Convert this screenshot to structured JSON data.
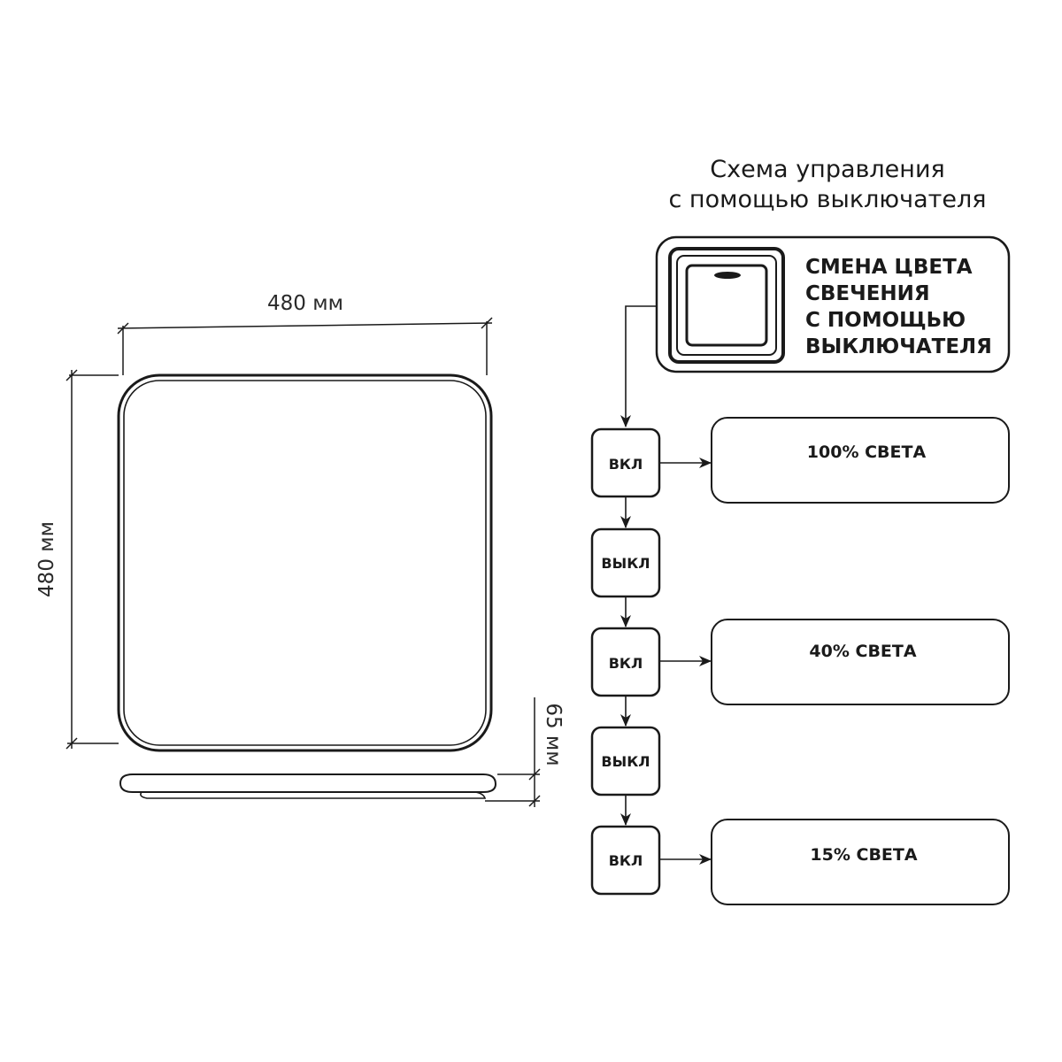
{
  "dimensions": {
    "width_label": "480 мм",
    "height_label": "480 мм",
    "depth_label": "65 мм"
  },
  "scheme": {
    "title_line1": "Схема управления",
    "title_line2": "с помощью выключателя",
    "header_lines": [
      "СМЕНА ЦВЕТА",
      "СВЕЧЕНИЯ",
      "С ПОМОЩЬЮ",
      "ВЫКЛЮЧАТЕЛЯ"
    ],
    "steps": [
      {
        "label": "ВКЛ",
        "result": "100% СВЕТА"
      },
      {
        "label": "ВЫКЛ",
        "result": ""
      },
      {
        "label": "ВКЛ",
        "result": "40% СВЕТА"
      },
      {
        "label": "ВЫКЛ",
        "result": ""
      },
      {
        "label": "ВКЛ",
        "result": "15% СВЕТА"
      }
    ]
  },
  "colors": {
    "stroke": "#1a1a1a"
  }
}
